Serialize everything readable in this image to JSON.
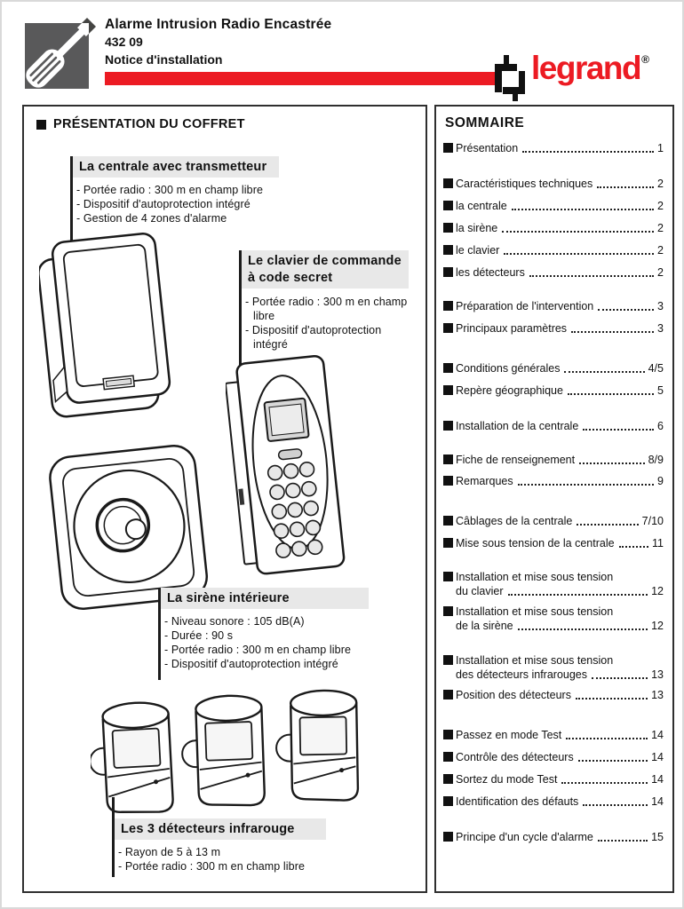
{
  "header": {
    "title_line1": "Alarme Intrusion Radio Encastrée",
    "title_line2": "432 09",
    "title_line3": "Notice d'installation",
    "brand": "legrand",
    "brand_reg": "®",
    "accent_red": "#ec1b23",
    "icon_box_gray": "#59595a"
  },
  "left_panel": {
    "heading": "PRÉSENTATION DU COFFRET",
    "sections": [
      {
        "title": "La centrale avec transmetteur",
        "bullets": [
          "- Portée radio : 300 m en champ libre",
          "- Dispositif d'autoprotection intégré",
          "- Gestion de 4 zones d'alarme"
        ]
      },
      {
        "title": "Le clavier de commande à code secret",
        "bullets": [
          "- Portée radio : 300 m en champ libre",
          "- Dispositif d'autoprotection intégré"
        ]
      },
      {
        "title": "La sirène intérieure",
        "bullets": [
          "- Niveau sonore : 105 dB(A)",
          "- Durée : 90 s",
          "- Portée radio : 300 m en champ libre",
          "- Dispositif d'autoprotection intégré"
        ]
      },
      {
        "title": "Les 3 détecteurs infrarouge",
        "bullets": [
          "- Rayon de 5 à 13 m",
          "- Portée radio : 300 m en champ libre"
        ]
      }
    ]
  },
  "sommaire": {
    "heading": "SOMMAIRE",
    "items": [
      {
        "label": "Présentation",
        "page": "1"
      },
      {
        "label": "Caractéristiques techniques",
        "page": "2"
      },
      {
        "label": "la centrale",
        "page": "2"
      },
      {
        "label": "la sirène",
        "page": "2"
      },
      {
        "label": "le clavier",
        "page": "2"
      },
      {
        "label": "les détecteurs",
        "page": "2"
      },
      {
        "label": "Préparation de l'intervention",
        "page": "3"
      },
      {
        "label": "Principaux paramètres",
        "page": "3"
      },
      {
        "label": "Conditions générales",
        "page": "4/5"
      },
      {
        "label": "Repère géographique",
        "page": "5"
      },
      {
        "label": "Installation de la centrale",
        "page": "6"
      },
      {
        "label": "Fiche de renseignement",
        "page": "8/9"
      },
      {
        "label": "Remarques",
        "page": "9"
      },
      {
        "label": "Câblages de la centrale",
        "page": "7/10"
      },
      {
        "label": "Mise sous tension de la centrale",
        "page": "11"
      },
      {
        "label": "Installation et mise sous tension",
        "label2": "du clavier",
        "page": "12"
      },
      {
        "label": "Installation et mise sous tension",
        "label2": "de la sirène",
        "page": "12"
      },
      {
        "label": "Installation et mise sous tension",
        "label2": "des détecteurs infrarouges",
        "page": "13"
      },
      {
        "label": "Position des détecteurs",
        "page": "13"
      },
      {
        "label": "Passez en mode Test",
        "page": "14"
      },
      {
        "label": "Contrôle des détecteurs",
        "page": "14"
      },
      {
        "label": "Sortez du mode Test",
        "page": "14"
      },
      {
        "label": "Identification des défauts",
        "page": "14"
      },
      {
        "label": "Principe d'un cycle d'alarme",
        "page": "15"
      }
    ]
  }
}
